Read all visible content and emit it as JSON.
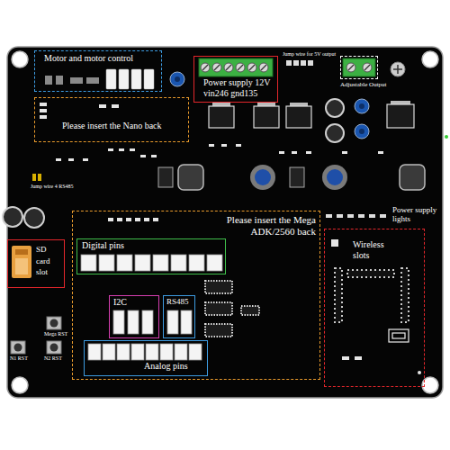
{
  "diagram": {
    "nodes": [
      {
        "text": [
          "Motor and motor control"
        ]
      },
      {
        "text": [
          "Power supply 12V",
          "vin246 gnd135"
        ]
      },
      {
        "text": [
          "Adjustable Output"
        ]
      },
      {
        "text": [
          "Please insert the Nano back"
        ]
      },
      {
        "text": [
          "Please insert the Mega ADK/2560 back"
        ]
      },
      {
        "text": [
          "Digital pins"
        ],
        "in": 4
      },
      {
        "text": [
          "SD card slot"
        ]
      },
      {
        "text": [
          "I2C"
        ],
        "in": 4
      },
      {
        "text": [
          "RS485"
        ],
        "in": 4
      },
      {
        "text": [
          "Analog pins"
        ],
        "in": 4
      },
      {
        "text": [
          "Wireless slots"
        ]
      }
    ],
    "labels": [
      "Jump wire for 5V output",
      "Jump wire 4 RS485",
      "Power supply lights",
      "Mega RST",
      "N1 RST",
      "N2 RST"
    ]
  }
}
